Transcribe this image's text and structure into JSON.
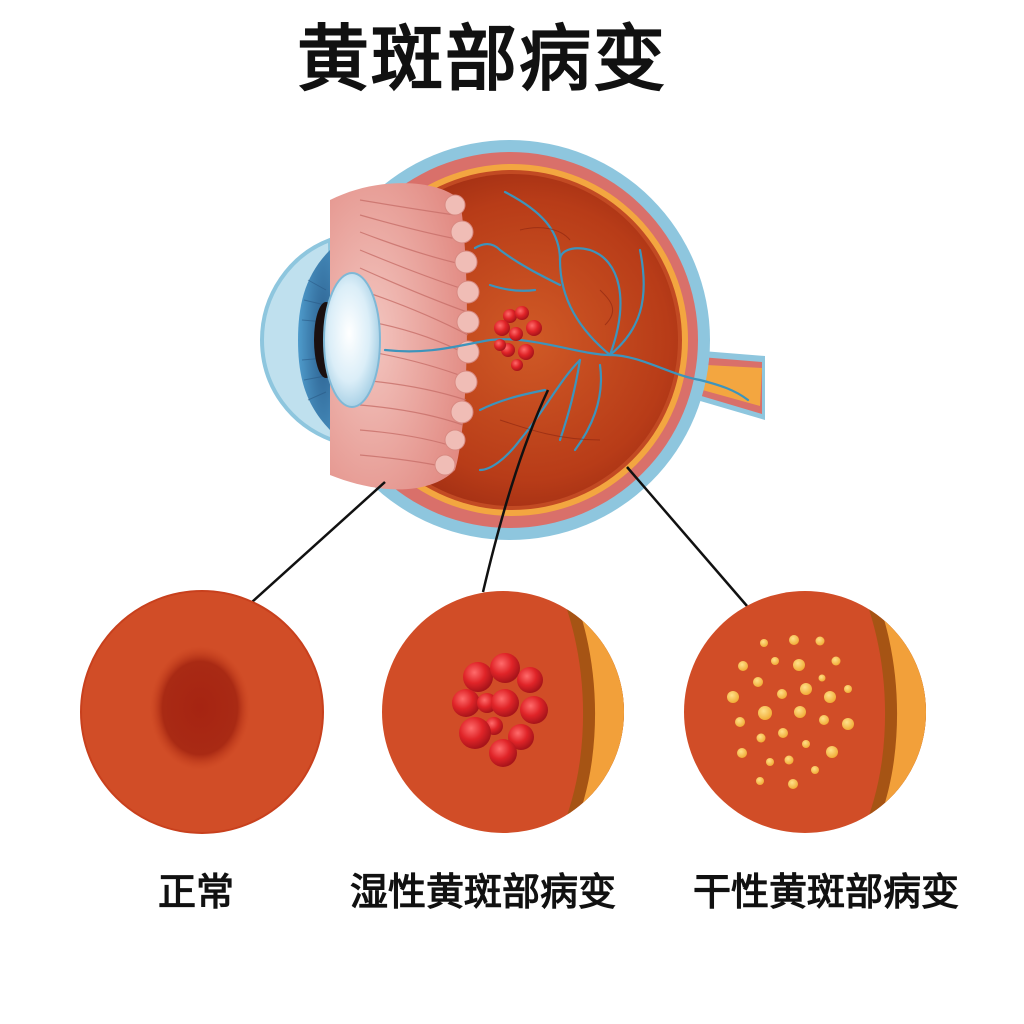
{
  "title": "黄斑部病变",
  "diagram": {
    "subject": "eye-cross-section",
    "parts": [
      "cornea",
      "iris",
      "pupil",
      "lens",
      "ciliary-body",
      "retina",
      "choroid",
      "sclera",
      "optic-nerve",
      "retinal-blood-vessels",
      "macular-lesion"
    ],
    "colors": {
      "sclera": "#8ec6de",
      "choroid": "#d9706a",
      "retina_layer": "#f3a640",
      "vitreous": "#c8461e",
      "lens": "#dceef7",
      "iris": "#3b7fb0",
      "vessel": "#4aa3c8",
      "lesion": "#d8262a",
      "drusen": "#f7c04a",
      "leader_line": "#111111"
    }
  },
  "panels": [
    {
      "id": "normal",
      "label": "正常",
      "description": "dark oval macula, no lesions"
    },
    {
      "id": "wet",
      "label": "湿性黄斑部病变",
      "description": "cluster of red blood vessel growths"
    },
    {
      "id": "dry",
      "label": "干性黄斑部病变",
      "description": "scattered yellow drusen deposits"
    }
  ]
}
